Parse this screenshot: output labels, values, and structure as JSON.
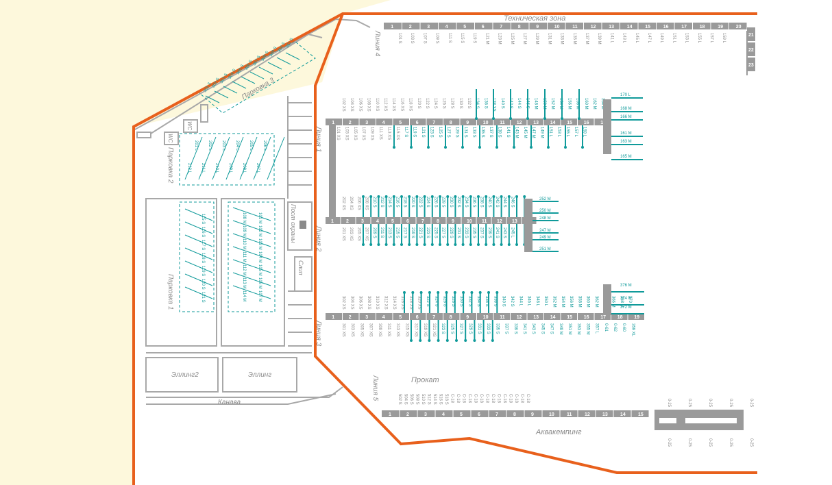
{
  "labels": {
    "tech_zone": "Техническая зона",
    "line1": "Линия 1",
    "line2": "Линия 2",
    "line3": "Линия 3",
    "line4": "Линия 4",
    "line5": "Линия 5",
    "parking1": "Парковка 1",
    "parking2": "Парковка 2",
    "parking3": "Парковка 3",
    "guard_post": "Пост охраны",
    "slip": "Слип",
    "elling2": "Эллинг2",
    "elling": "Эллинг",
    "kanava": "Канава",
    "prokat": "Прокат",
    "aquacamping": "Аквакемпинг",
    "wc1": "WC",
    "wc2": "WC"
  },
  "line4_pier": {
    "numbers": [
      "1",
      "2",
      "3",
      "4",
      "5",
      "6",
      "7",
      "8",
      "9",
      "10",
      "11",
      "12",
      "13",
      "14",
      "15",
      "16",
      "17",
      "18",
      "19",
      "20"
    ],
    "side_numbers": [
      "21",
      "22",
      "23"
    ],
    "berths": [
      "101 S",
      "103 S",
      "107 S",
      "109 S",
      "111 S",
      "115 S",
      "119 S",
      "121 M",
      "123 M",
      "125 M",
      "127 M",
      "129 M",
      "131 M",
      "133 M",
      "135 M",
      "137 M",
      "139 M",
      "141 L",
      "143 L",
      "145 L",
      "147 L",
      "149 L",
      "151 L",
      "153 L",
      "155 L",
      "157 L",
      "159 L"
    ]
  },
  "line1_pier": {
    "numbers": [
      "1",
      "2",
      "3",
      "4",
      "5",
      "6",
      "7",
      "8",
      "9",
      "10",
      "11",
      "12",
      "13",
      "14",
      "15",
      "16",
      "17"
    ],
    "top_berths": [
      "102 XS",
      "104 XS",
      "106 XS",
      "108 XS",
      "110 XS",
      "112 XS",
      "114 XS",
      "116 XS",
      "118 XS",
      "120 S",
      "122 S",
      "124 S",
      "126 S",
      "128 S",
      "130 S",
      "132 S",
      "134 S",
      "136 S",
      "138 XS",
      "140 S",
      "142 S",
      "144 S",
      "146 S",
      "148 M",
      "150 M",
      "152 M",
      "154 M",
      "156 M",
      "158 M",
      "160 M",
      "162 M",
      "164 M"
    ],
    "bottom_berths": [
      "101 XS",
      "103 XS",
      "105 XS",
      "107 XS",
      "109 XS",
      "111 XS",
      "113 XS",
      "115 XS",
      "117 S",
      "119 S",
      "121 S",
      "123 S",
      "125 S",
      "127 S",
      "129 S",
      "131 S",
      "133 S",
      "135 S",
      "137 S",
      "139 S",
      "141 S",
      "143 M",
      "145 M",
      "147 M",
      "149 M",
      "151 L",
      "153 L",
      "155 L",
      "157 L",
      "159 L"
    ],
    "end_berths": [
      "170 L",
      "168 M",
      "166 M",
      "161 M",
      "163 M",
      "165 M"
    ]
  },
  "line2_pier": {
    "numbers": [
      "1",
      "2",
      "3",
      "4",
      "5",
      "6",
      "7",
      "8",
      "9",
      "10",
      "11",
      "12",
      "13",
      "14"
    ],
    "top_berths": [
      "202 XS",
      "204 XS",
      "206 XS",
      "208 XS",
      "210 S",
      "212 S",
      "214 S",
      "216 S",
      "218 S",
      "220 S",
      "222 S",
      "224 S",
      "226 S",
      "228 S",
      "230 S",
      "232 S",
      "234 S",
      "236 S",
      "238 S",
      "240 S",
      "242 S",
      "244 S",
      "246 S"
    ],
    "bottom_berths": [
      "201 XS",
      "203 XS",
      "205 XS",
      "207 XS",
      "209 S",
      "211 S",
      "213 S",
      "215 S",
      "217 S",
      "219 S",
      "221 S",
      "223 S",
      "225 S",
      "227 S",
      "229 S",
      "231 S",
      "233 S",
      "235 S",
      "237 S",
      "239 S",
      "241 S",
      "243 S",
      "245 L"
    ],
    "end_berths": [
      "252 M",
      "250 M",
      "248 M",
      "247 M",
      "249 M",
      "251 M"
    ]
  },
  "line3_pier": {
    "numbers": [
      "1",
      "2",
      "3",
      "4",
      "5",
      "6",
      "7",
      "8",
      "9",
      "10",
      "11",
      "12",
      "13",
      "14",
      "15",
      "16",
      "17",
      "18",
      "19"
    ],
    "top_berths": [
      "302 XS",
      "304 XS",
      "306 XS",
      "308 XS",
      "310 XS",
      "312 XS",
      "314 XS",
      "316 XS",
      "318 XS",
      "320 XS",
      "322 S",
      "324 S",
      "326 S",
      "328 S",
      "330 S",
      "332 S",
      "334 S",
      "336 S",
      "338 S",
      "340 S",
      "342 S",
      "344 L",
      "346 L",
      "348 L",
      "350 L",
      "352 M",
      "354 M",
      "356 M",
      "358 M",
      "360 M",
      "362 M",
      "364 M",
      "366 M",
      "368 M",
      "370 L"
    ],
    "bottom_berths": [
      "301 XS",
      "303 XS",
      "305 XS",
      "307 XS",
      "309 XS",
      "311 XS",
      "313 XS",
      "315 XS",
      "317 XS",
      "319 XS",
      "321 XS",
      "323 S",
      "325 S",
      "327 S",
      "329 S",
      "331 S",
      "333 S",
      "335 S",
      "337 S",
      "339 S",
      "341 S",
      "343 S",
      "345 S",
      "347 S",
      "349 M",
      "351 M",
      "353 M",
      "355 M",
      "357 L",
      "0-61",
      "0-62",
      "0-60",
      "359 XL"
    ],
    "end_berths": [
      "376 M",
      "374 M",
      "372 M"
    ]
  },
  "line5_pier": {
    "numbers": [
      "1",
      "2",
      "3",
      "4",
      "5",
      "6",
      "7",
      "8",
      "9",
      "10",
      "11",
      "12",
      "13",
      "14",
      "15"
    ],
    "top_berths": [
      "502 S",
      "504 S",
      "506 S",
      "508 S",
      "510 S",
      "512 S",
      "514 S",
      "516 S",
      "518 S",
      "C-18",
      "C-18",
      "C-18",
      "C-18",
      "C-18",
      "C-18",
      "C-18",
      "C-18",
      "C-18",
      "C-18",
      "C-18",
      "C-18",
      "C-18",
      "C-18"
    ],
    "aqua_top": [
      "0-25",
      "0-25",
      "0-25",
      "0-25",
      "0-25"
    ],
    "aqua_bottom": [
      "0-25",
      "0-25",
      "0-25",
      "0-25",
      "0-25"
    ]
  },
  "parking1": {
    "left_spots": [
      "115 S",
      "116 S",
      "117 S",
      "118 S",
      "119 S",
      "120 S",
      "121 S"
    ],
    "right_spots": [
      "108 M",
      "109 M",
      "110 M",
      "111 M",
      "112 M",
      "113 M",
      "114 M",
      "101 M",
      "102 M",
      "103 M",
      "104 M",
      "105 M",
      "106 M",
      "107 M"
    ]
  },
  "parking2": {
    "spots": [
      "201 L",
      "202 L",
      "203 L",
      "204 L",
      "205 L",
      "206 L",
      "207 L",
      "208 L",
      "209 L",
      "210 L",
      "211 L",
      "212 L"
    ]
  },
  "parking3": {
    "spots": [
      "301 S",
      "302 S",
      "303 S",
      "304 S",
      "305 S",
      "306 S",
      "307 S",
      "308 S",
      "309 S",
      "310 S",
      "311 S"
    ]
  },
  "colors": {
    "boundary": "#e8601c",
    "pier": "#9a9a9a",
    "teal": "#0f9a9a",
    "land_bg": "#fdf8dc",
    "outline": "#a8a8a8"
  }
}
